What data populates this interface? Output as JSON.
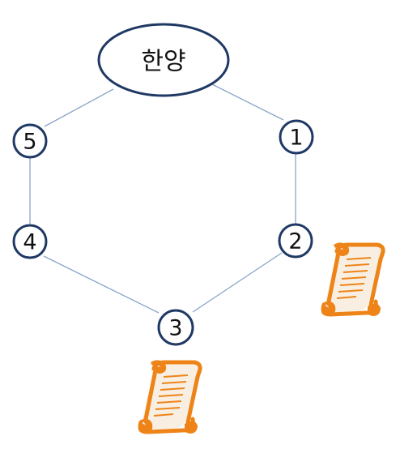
{
  "diagram": {
    "hub": {
      "label": "한양"
    },
    "nodes": [
      {
        "id": "n1",
        "label": "1"
      },
      {
        "id": "n2",
        "label": "2"
      },
      {
        "id": "n3",
        "label": "3"
      },
      {
        "id": "n4",
        "label": "4"
      },
      {
        "id": "n5",
        "label": "5"
      }
    ],
    "edges": [
      {
        "from": "hub",
        "to": "n1"
      },
      {
        "from": "n1",
        "to": "n2"
      },
      {
        "from": "n2",
        "to": "n3"
      },
      {
        "from": "n3",
        "to": "n4"
      },
      {
        "from": "n4",
        "to": "n5"
      },
      {
        "from": "n5",
        "to": "hub"
      }
    ],
    "icons": [
      {
        "name": "scroll-icon",
        "near": "n2"
      },
      {
        "name": "scroll-icon",
        "near": "n3"
      }
    ],
    "colors": {
      "node_stroke": "#1f3864",
      "edge": "#8aa4c8",
      "scroll": "#ee8418"
    }
  }
}
